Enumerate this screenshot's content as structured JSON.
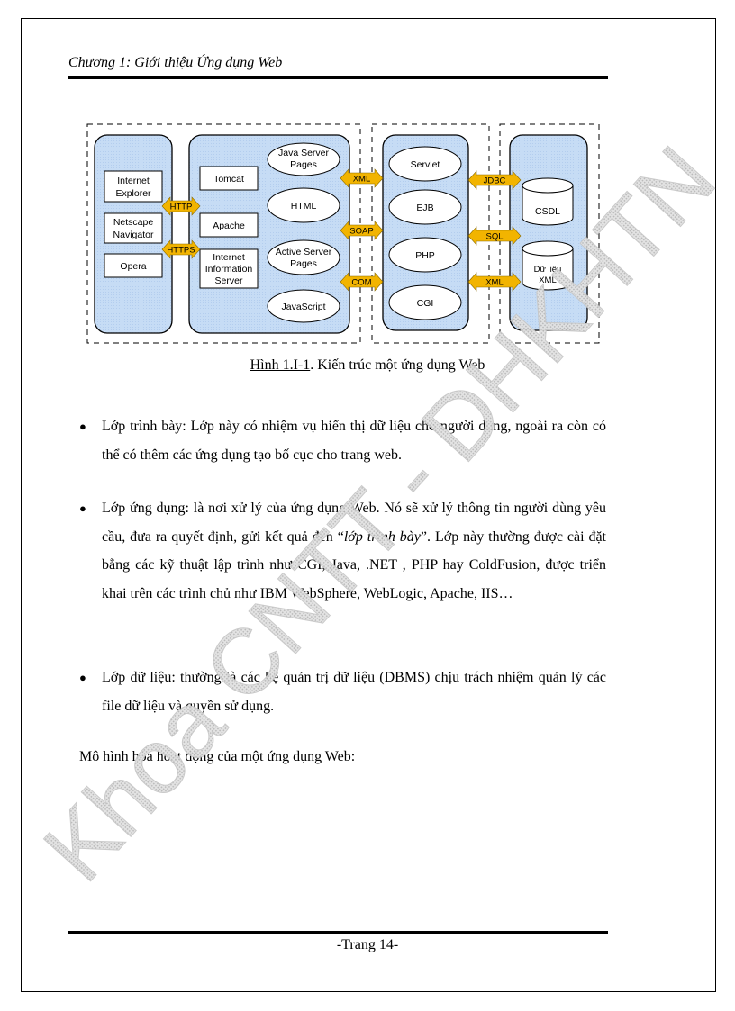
{
  "header": {
    "title": "Chương 1: Giới thiệu Ứng dụng Web"
  },
  "diagram": {
    "browsers": [
      "Internet Explorer",
      "Netscape Navigator",
      "Opera"
    ],
    "protocols_client": [
      "HTTP",
      "HTTPS"
    ],
    "web_servers": [
      "Tomcat",
      "Apache",
      "Internet Information Server"
    ],
    "web_tech": [
      "Java Server Pages",
      "HTML",
      "Active Server Pages",
      "JavaScript"
    ],
    "protocols_middle": [
      "XML",
      "SOAP",
      "COM"
    ],
    "app_tech": [
      "Servlet",
      "EJB",
      "PHP",
      "CGI"
    ],
    "protocols_data": [
      "JDBC",
      "SQL",
      "XML"
    ],
    "data_stores": [
      "CSDL",
      "Dữ liệu XML"
    ],
    "colors": {
      "panel": "#c6dcf5",
      "arrow": "#f2b400"
    }
  },
  "caption": {
    "label": "Hình 1.I-1",
    "text": ". Kiến trúc một ứng dụng Web"
  },
  "bullets": [
    {
      "text": "Lớp trình bày: Lớp này có nhiệm vụ hiển thị dữ liệu cho người dùng, ngoài ra còn có thể có thêm các ứng dụng tạo bố cục cho trang web."
    },
    {
      "text_before": "Lớp ứng dụng: là nơi xử lý của ứng dụng Web. Nó sẽ xử lý thông tin người dùng yêu cầu, đưa ra quyết định,  gửi kết quả đến “",
      "text_italic": "lớp trình bày",
      "text_after": "”. Lớp này thường được cài đặt bằng các kỹ thuật lập trình như CGI, Java, .NET , PHP hay ColdFusion, được triển khai trên các trình chủ như IBM WebSphere, WebLogic, Apache, IIS…"
    },
    {
      "text": "Lớp dữ liệu: thường là các hệ quản trị dữ liệu (DBMS) chịu trách nhiệm quản lý các file dữ liệu và quyền sử dụng."
    }
  ],
  "paragraph": "Mô hình hóa hoạt động của một ứng dụng Web:",
  "footer": {
    "page": "-Trang 14-"
  },
  "watermark": "Khoa CNTT - DHKHTN"
}
